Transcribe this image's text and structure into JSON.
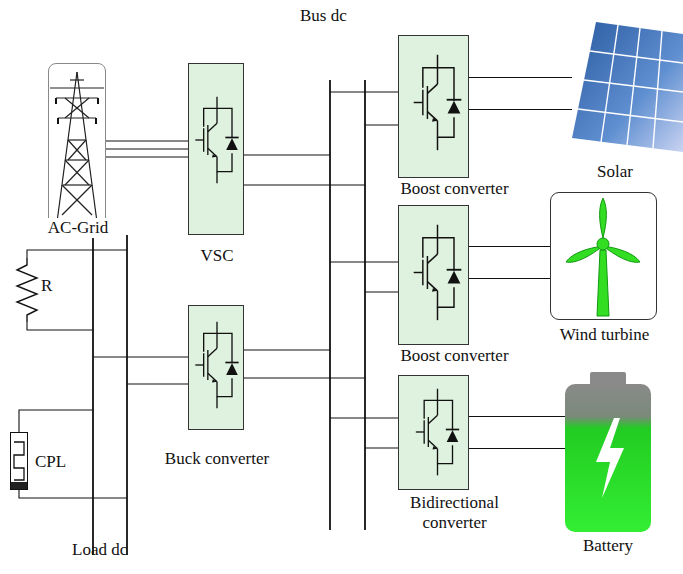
{
  "diagram": {
    "nodes": [
      {
        "text": [
          "AC-Grid"
        ]
      },
      {
        "text": [
          "VSC"
        ]
      },
      {
        "text": [
          "Buck converter"
        ]
      },
      {
        "text": [
          "Boost converter"
        ]
      },
      {
        "text": [
          "Boost converter"
        ]
      },
      {
        "text": [
          "Bidirectional converter"
        ]
      },
      {
        "text": [
          "Solar"
        ]
      },
      {
        "text": [
          "Wind turbine"
        ]
      },
      {
        "text": [
          "Battery"
        ]
      },
      {
        "text": [
          "CPL"
        ]
      }
    ],
    "edges": [
      {
        "from": 0,
        "to": 1,
        "arrow": "none"
      },
      {
        "from": 3,
        "to": 6,
        "arrow": "none"
      },
      {
        "from": 4,
        "to": 7,
        "arrow": "none"
      },
      {
        "from": 5,
        "to": 8,
        "arrow": "none"
      }
    ],
    "labels": [
      "Bus dc",
      "Load dc",
      "R"
    ]
  }
}
